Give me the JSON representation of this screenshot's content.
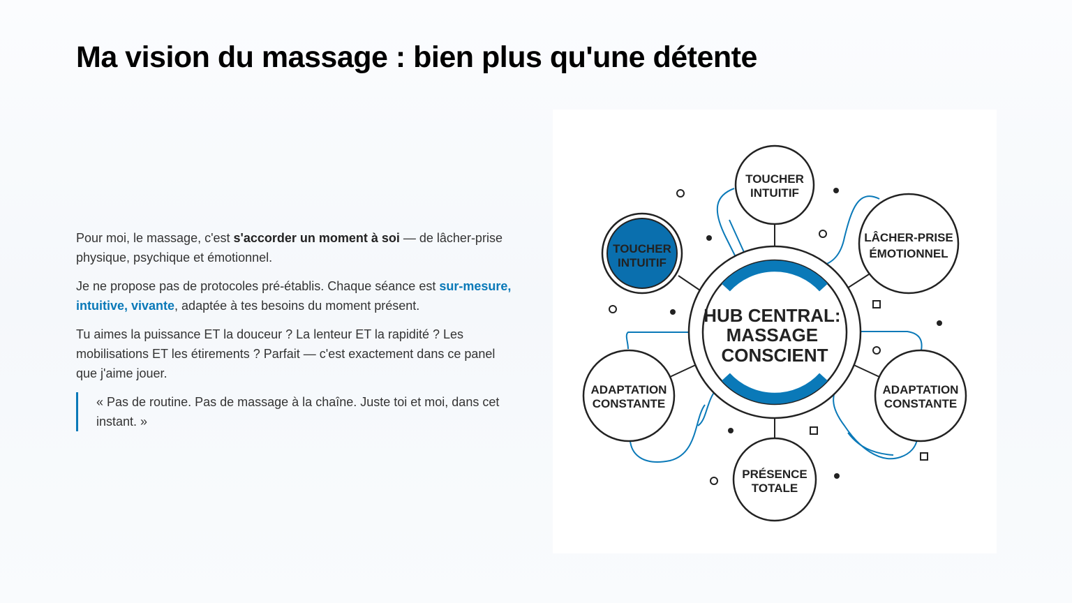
{
  "title": "Ma vision du massage : bien plus qu'une détente",
  "paragraphs": {
    "p1": {
      "a": "Pour moi, le massage, c'est ",
      "bold": "s'accorder un moment à soi",
      "b": " — de lâcher-prise physique, psychique et émotionnel."
    },
    "p2": {
      "a": "Je ne propose pas de protocoles pré-établis. Chaque séance est ",
      "highlight": "sur-mesure, intuitive, vivante",
      "b": ", adaptée à tes besoins du moment présent."
    },
    "p3": "Tu aimes la puissance ET la douceur ? La lenteur ET la rapidité ? Les mobilisations ET les étirements ? Parfait — c'est exactement dans ce panel que j'aime jouer.",
    "quote": "« Pas de routine. Pas de massage à la chaîne. Juste toi et moi, dans cet instant. »"
  },
  "diagram": {
    "hub": {
      "l1": "HUB CENTRAL:",
      "l2": "MASSAGE",
      "l3": "CONSCIENT"
    },
    "nodes": {
      "top": {
        "l1": "TOUCHER",
        "l2": "INTUITIF"
      },
      "top_left": {
        "l1": "TOUCHER",
        "l2": "INTUITIF"
      },
      "top_right": {
        "l1": "LÂCHER-PRISE",
        "l2": "ÉMOTIONNEL"
      },
      "left": {
        "l1": "ADAPTATION",
        "l2": "CONSTANTE"
      },
      "right": {
        "l1": "ADAPTATION",
        "l2": "CONSTANTE"
      },
      "bottom": {
        "l1": "PRÉSENCE",
        "l2": "TOTALE"
      }
    }
  },
  "colors": {
    "accent": "#0a79b8",
    "ink": "#222222"
  }
}
